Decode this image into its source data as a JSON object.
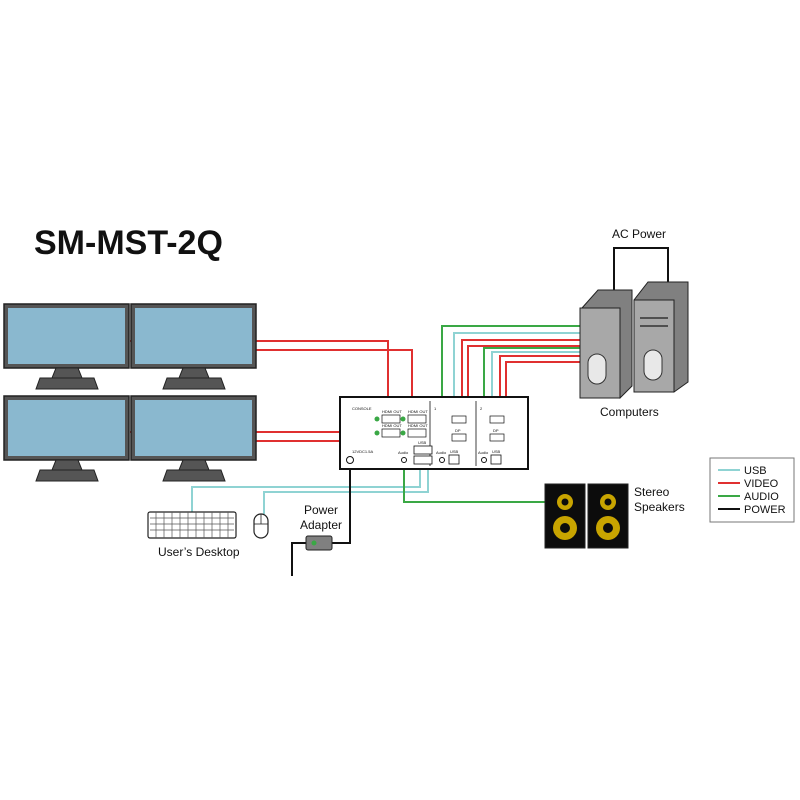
{
  "title": "SM-MST-2Q",
  "labels": {
    "ac_power": "AC Power",
    "computers": "Computers",
    "stereo_speakers_line1": "Stereo",
    "stereo_speakers_line2": "Speakers",
    "power_adapter_line1": "Power",
    "power_adapter_line2": "Adapter",
    "users_desktop": "User’s Desktop"
  },
  "device": {
    "console": "CONSOLE",
    "hdmi_out": "HDMI OUT",
    "dc_in": "12VDC1.5A",
    "audio": "Audio",
    "usb": "USB",
    "dp": "DP",
    "port_1": "1",
    "port_2": "2"
  },
  "legend": [
    {
      "label": "USB",
      "color": "#8fd3d3"
    },
    {
      "label": "VIDEO",
      "color": "#e03030"
    },
    {
      "label": "AUDIO",
      "color": "#3aa845"
    },
    {
      "label": "POWER",
      "color": "#111111"
    }
  ],
  "colors": {
    "usb": "#8fd3d3",
    "video": "#e03030",
    "audio": "#3aa845",
    "power": "#111111",
    "screen": "#8ab8cf",
    "monitor_frame": "#555555",
    "pc_front": "#a8a8a8",
    "pc_side": "#808080",
    "speaker_cone": "#c8a400"
  }
}
